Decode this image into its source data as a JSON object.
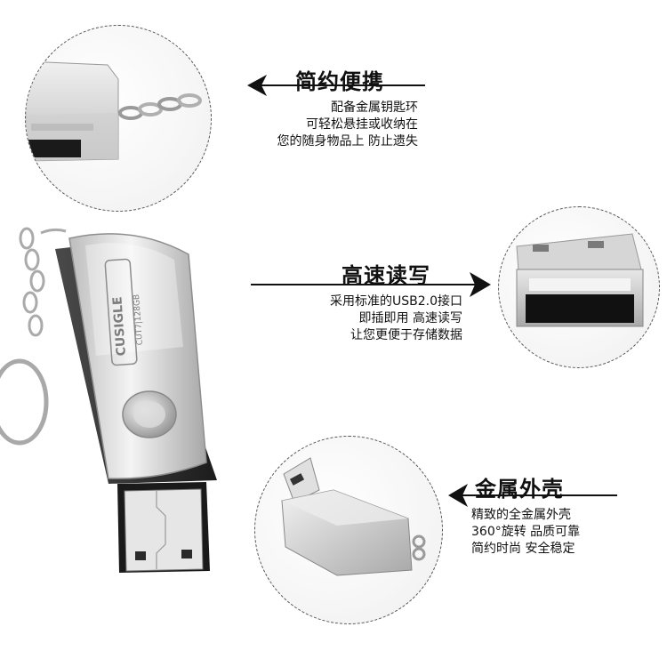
{
  "features": [
    {
      "title": "简约便携",
      "lines": [
        "配备金属钥匙环",
        "可轻松悬挂或收纳在",
        "您的随身物品上  防止遗失"
      ]
    },
    {
      "title": "高速读写",
      "lines": [
        "采用标准的USB2.0接口",
        "即插即用  高速读写",
        "让您更便于存储数据"
      ]
    },
    {
      "title": "金属外壳",
      "lines": [
        "精致的全金属外壳",
        "360°旋转  品质可靠",
        "简约时尚  安全稳定"
      ]
    }
  ],
  "product": {
    "brand": "CUSIGLE",
    "model": "CUT7|128GB"
  },
  "colors": {
    "text": "#111111",
    "arrow": "#111111",
    "circle_border": "#555555",
    "metal": "#c9c9c9"
  }
}
